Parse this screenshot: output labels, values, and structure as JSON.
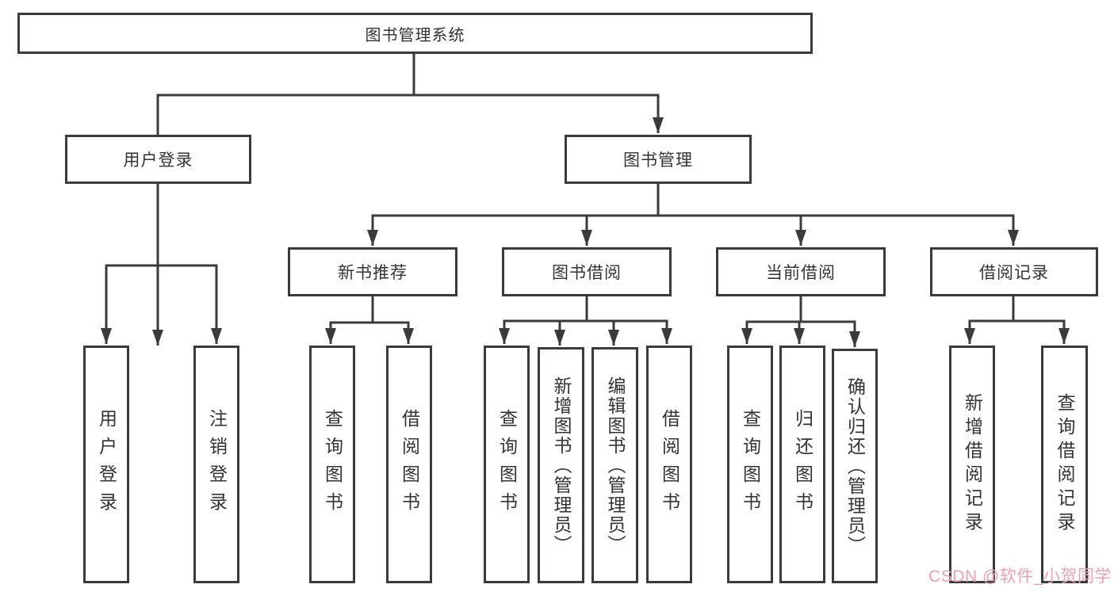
{
  "watermark": "CSDN @软件_小贺同学",
  "colors": {
    "line": "#3b3b3b",
    "box_border": "#3b3b3b",
    "text": "#333333",
    "watermark": "#ef9fae",
    "background": "#ffffff"
  },
  "tree": {
    "root": {
      "label": "图书管理系统"
    },
    "branches": [
      {
        "label": "用户登录",
        "children": [
          {
            "label": "用户登录"
          },
          {
            "label": "注销登录"
          }
        ]
      },
      {
        "label": "图书管理",
        "groups": [
          {
            "label": "新书推荐",
            "children": [
              {
                "label": "查询图书"
              },
              {
                "label": "借阅图书"
              }
            ]
          },
          {
            "label": "图书借阅",
            "children": [
              {
                "label": "查询图书"
              },
              {
                "label": "新增图书（管理员）"
              },
              {
                "label": "编辑图书（管理员）"
              },
              {
                "label": "借阅图书"
              }
            ]
          },
          {
            "label": "当前借阅",
            "children": [
              {
                "label": "查询图书"
              },
              {
                "label": "归还图书"
              },
              {
                "label": "确认归还（管理员）"
              }
            ]
          },
          {
            "label": "借阅记录",
            "children": [
              {
                "label": "新增借阅记录"
              },
              {
                "label": "查询借阅记录"
              }
            ]
          }
        ]
      }
    ]
  }
}
